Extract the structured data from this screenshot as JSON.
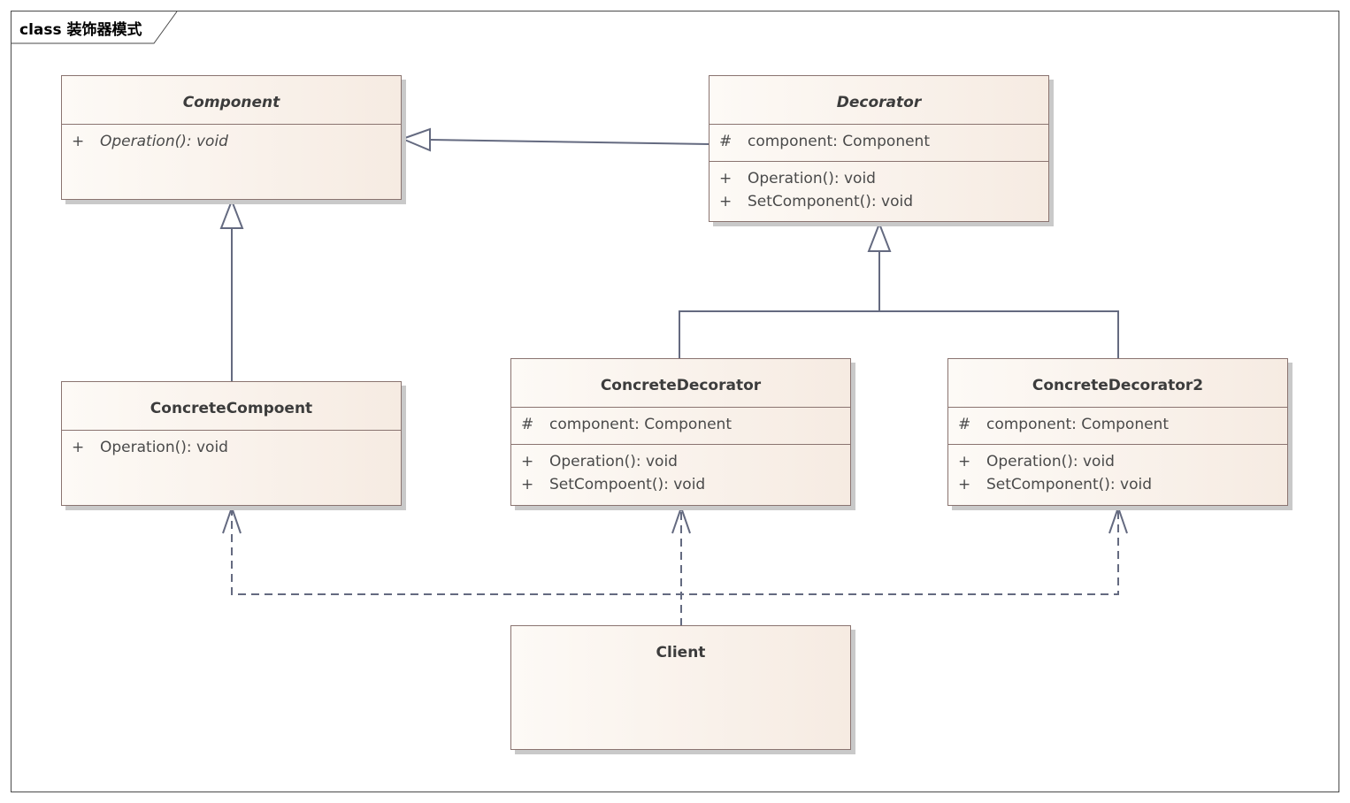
{
  "frame": {
    "title": "class 装饰器模式"
  },
  "classes": {
    "component": {
      "name": "Component",
      "operations": [
        {
          "vis": "+",
          "text": "Operation(): void"
        }
      ]
    },
    "decorator": {
      "name": "Decorator",
      "attributes": [
        {
          "vis": "#",
          "text": "component: Component"
        }
      ],
      "operations": [
        {
          "vis": "+",
          "text": "Operation(): void"
        },
        {
          "vis": "+",
          "text": "SetComponent(): void"
        }
      ]
    },
    "concrete_compoent": {
      "name": "ConcreteCompoent",
      "operations": [
        {
          "vis": "+",
          "text": "Operation(): void"
        }
      ]
    },
    "concrete_decorator": {
      "name": "ConcreteDecorator",
      "attributes": [
        {
          "vis": "#",
          "text": "component: Component"
        }
      ],
      "operations": [
        {
          "vis": "+",
          "text": "Operation(): void"
        },
        {
          "vis": "+",
          "text": "SetCompoent(): void"
        }
      ]
    },
    "concrete_decorator2": {
      "name": "ConcreteDecorator2",
      "attributes": [
        {
          "vis": "#",
          "text": "component: Component"
        }
      ],
      "operations": [
        {
          "vis": "+",
          "text": "Operation(): void"
        },
        {
          "vis": "+",
          "text": "SetComponent(): void"
        }
      ]
    },
    "client": {
      "name": "Client"
    }
  },
  "relations": [
    {
      "type": "generalization",
      "from": "Decorator",
      "to": "Component"
    },
    {
      "type": "generalization",
      "from": "ConcreteCompoent",
      "to": "Component"
    },
    {
      "type": "generalization",
      "from": "ConcreteDecorator",
      "to": "Decorator"
    },
    {
      "type": "generalization",
      "from": "ConcreteDecorator2",
      "to": "Decorator"
    },
    {
      "type": "dependency",
      "from": "Client",
      "to": "ConcreteCompoent"
    },
    {
      "type": "dependency",
      "from": "Client",
      "to": "ConcreteDecorator"
    },
    {
      "type": "dependency",
      "from": "Client",
      "to": "ConcreteDecorator2"
    }
  ],
  "colors": {
    "connector": "#646a80",
    "border": "#8a7470",
    "fill_start": "#fdfaf6",
    "fill_end": "#f6ebe2"
  }
}
